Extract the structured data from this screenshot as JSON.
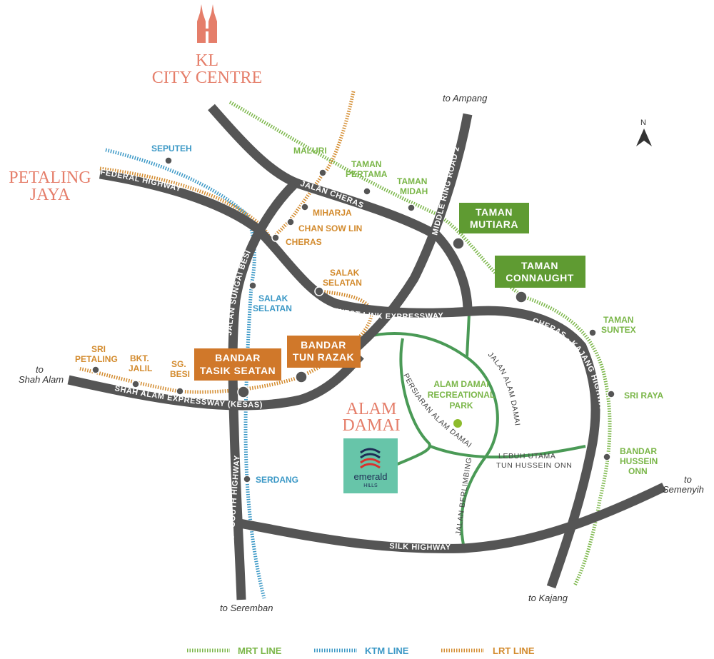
{
  "colors": {
    "mrt": "#7ab648",
    "ktm": "#3b98c6",
    "lrt": "#d38b2e",
    "highway": "#555555",
    "local_road": "#4a9a56",
    "headline": "#e57e6a",
    "park_dot": "#8dbb2c",
    "emerald_box": "#67c5a9"
  },
  "headlines": {
    "kl_line1": "KL",
    "kl_line2": "CITY CENTRE",
    "pj_line1": "PETALING",
    "pj_line2": "JAYA",
    "ad_line1": "ALAM",
    "ad_line2": "DAMAI"
  },
  "destinations": {
    "ampang": "to Ampang",
    "shah_alam_1": "to",
    "shah_alam_2": "Shah Alam",
    "seremban": "to Seremban",
    "kajang": "to Kajang",
    "semenyih_1": "to",
    "semenyih_2": "Semenyih"
  },
  "compass": "N",
  "roads": {
    "federal": "FEDERAL HIGHWAY",
    "jalan_cheras": "JALAN CHERAS",
    "mrr2": "MIDDLE RING ROAD 2",
    "sungai_besi": "JALAN SUNGAI BESI",
    "ewle": "EAST -WEST LINK EXPRESSWAY",
    "cheras_kajang": "CHERAS - KAJANG HIGHWAY",
    "kesas": "SHAH ALAM EXPRESSWAY (KESAS)",
    "north_south": "NORTH - SOUTH HIGHWAY",
    "silk": "SILK HIGHWAY"
  },
  "local_roads": {
    "persiaran": "PERSIARAN ALAM DAMAI",
    "jalan_alam_damai": "JALAN ALAM DAMAI",
    "lebuh_1": "LEBUH UTAMA",
    "lebuh_2": "TUN HUSSEIN ONN",
    "berlimbing": "JALAN BERLIMBING"
  },
  "stations": {
    "maluri": "MALURI",
    "taman_pertama_1": "TAMAN",
    "taman_pertama_2": "PERTAMA",
    "taman_midah_1": "TAMAN",
    "taman_midah_2": "MIDAH",
    "taman_suntex_1": "TAMAN",
    "taman_suntex_2": "SUNTEX",
    "sri_raya": "SRI RAYA",
    "bandar_hussein_1": "BANDAR",
    "bandar_hussein_2": "HUSSEIN",
    "bandar_hussein_3": "ONN",
    "seputeh": "SEPUTEH",
    "salak_selatan_ktm_1": "SALAK",
    "salak_selatan_ktm_2": "SELATAN",
    "serdang": "SERDANG",
    "miharja": "MIHARJA",
    "chan_sow_lin": "CHAN SOW LIN",
    "cheras": "CHERAS",
    "salak_selatan_lrt_1": "SALAK",
    "salak_selatan_lrt_2": "SELATAN",
    "sri_petaling_1": "SRI",
    "sri_petaling_2": "PETALING",
    "bkt_jalil_1": "BKT.",
    "bkt_jalil_2": "JALIL",
    "sg_besi_1": "SG.",
    "sg_besi_2": "BESI"
  },
  "boxes": {
    "taman_mutiara_1": "TAMAN",
    "taman_mutiara_2": "MUTIARA",
    "taman_connaught_1": "TAMAN",
    "taman_connaught_2": "CONNAUGHT",
    "tasik_seatan_1": "BANDAR",
    "tasik_seatan_2": "TASIK SEATAN",
    "tun_razak_1": "BANDAR",
    "tun_razak_2": "TUN RAZAK"
  },
  "park": {
    "line1": "ALAM DAMAI",
    "line2": "RECREATIONAL",
    "line3": "PARK"
  },
  "emerald": {
    "name": "emerald",
    "sub": "HILLS"
  },
  "legend": {
    "mrt": "MRT LINE",
    "ktm": "KTM LINE",
    "lrt": "LRT LINE"
  }
}
